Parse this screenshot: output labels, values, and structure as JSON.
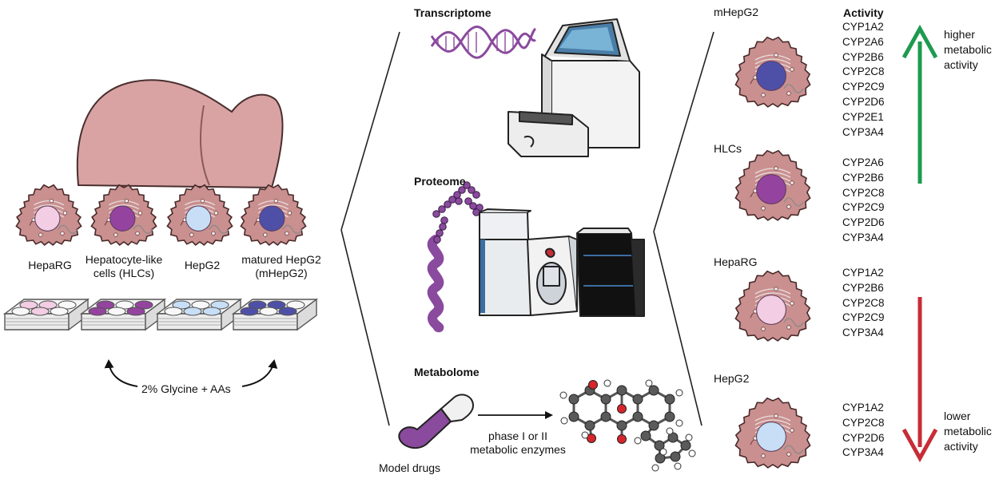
{
  "left": {
    "cell_labels": [
      "HepaRG",
      "Hepatocyte-like\ncells (HLCs)",
      "HepG2",
      "matured HepG2\n(mHepG2)"
    ],
    "treatment": "2% Glycine + AAs"
  },
  "middle": {
    "transcriptome": "Transcriptome",
    "proteome": "Proteome",
    "metabolome": "Metabolome",
    "drug_label": "Model drugs",
    "arrow_label": "phase I or II\nmetabolic enzymes"
  },
  "right": {
    "activity_header": "Activity",
    "higher_label": "higher\nmetabolic\nactivity",
    "lower_label": "lower\nmetabolic\nactivity",
    "cells": [
      {
        "name": "mHepG2",
        "enzymes": [
          "CYP1A2",
          "CYP2A6",
          "CYP2B6",
          "CYP2C8",
          "CYP2C9",
          "CYP2D6",
          "CYP2E1",
          "CYP3A4"
        ]
      },
      {
        "name": "HLCs",
        "enzymes": [
          "CYP2A6",
          "CYP2B6",
          "CYP2C8",
          "CYP2C9",
          "CYP2D6",
          "CYP3A4"
        ]
      },
      {
        "name": "HepaRG",
        "enzymes": [
          "CYP1A2",
          "CYP2B6",
          "CYP2C8",
          "CYP2C9",
          "CYP3A4"
        ]
      },
      {
        "name": "HepG2",
        "enzymes": [
          "CYP1A2",
          "CYP2C8",
          "CYP2D6",
          "CYP3A4"
        ]
      }
    ]
  },
  "colors": {
    "liver": "#d9a3a3",
    "cell_body": "#c9908f",
    "nucleus_heparg": "#f2cde3",
    "nucleus_hlc": "#94449f",
    "nucleus_hepg2": "#c7def6",
    "nucleus_mhepg2": "#4e50a8",
    "dna": "#8a4a9e",
    "higher_arrow": "#1e9a4f",
    "lower_arrow": "#c72d37"
  }
}
